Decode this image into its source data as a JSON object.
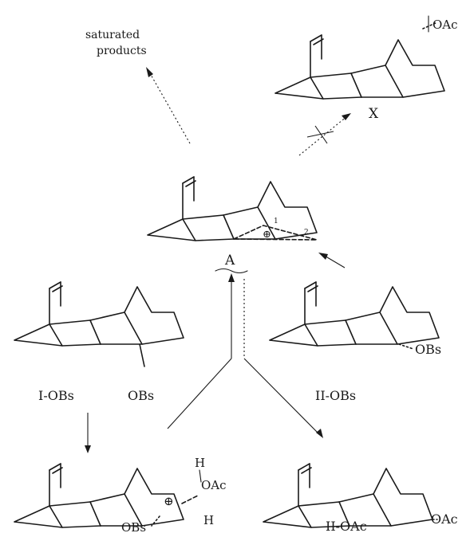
{
  "labels": {
    "saturated_line1": "saturated",
    "saturated_line2": "products",
    "x": "X",
    "a": "A",
    "i_obs": "I-OBs",
    "ii_obs": "II-OBs",
    "ii_oac": "II-OAc",
    "obs_i": "OBs",
    "obs_ii": "OBs",
    "oac_x": "OAc",
    "oac_ii": "OAc",
    "oac_ion": "OAc",
    "obs_ion": "OBs",
    "h_top": "H",
    "h_bottom": "H",
    "plus": "+",
    "cplus": "⊕",
    "num1": "1",
    "num2": "2"
  }
}
